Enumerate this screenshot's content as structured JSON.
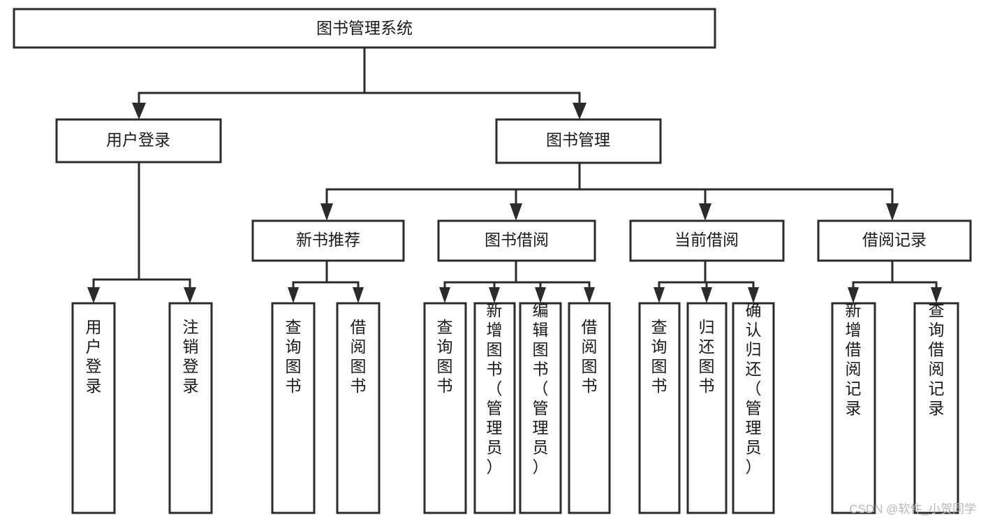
{
  "diagram": {
    "title": "图书管理系统",
    "type": "tree-hierarchy-diagram",
    "colors": {
      "box_stroke": "#2b2b2b",
      "box_fill": "#ffffff",
      "text": "#1a1a1a",
      "background": "#ffffff",
      "watermark": "#b8b8b8"
    },
    "root": {
      "label": "图书管理系统"
    },
    "level2": [
      {
        "label": "用户登录"
      },
      {
        "label": "图书管理"
      }
    ],
    "level3": [
      {
        "label": "新书推荐"
      },
      {
        "label": "图书借阅"
      },
      {
        "label": "当前借阅"
      },
      {
        "label": "借阅记录"
      }
    ],
    "leaves": {
      "user_login": [
        {
          "label": "用户登录"
        },
        {
          "label": "注销登录"
        }
      ],
      "new_book_recommend": [
        {
          "label": "查询图书"
        },
        {
          "label": "借阅图书"
        }
      ],
      "book_borrow": [
        {
          "label": "查询图书"
        },
        {
          "label": "新增图书（管理员）"
        },
        {
          "label": "编辑图书（管理员）"
        },
        {
          "label": "借阅图书"
        }
      ],
      "current_borrow": [
        {
          "label": "查询图书"
        },
        {
          "label": "归还图书"
        },
        {
          "label": "确认归还（管理员）"
        }
      ],
      "borrow_record": [
        {
          "label": "新增借阅记录"
        },
        {
          "label": "查询借阅记录"
        }
      ]
    },
    "watermark": "CSDN @软件_小贺同学"
  }
}
